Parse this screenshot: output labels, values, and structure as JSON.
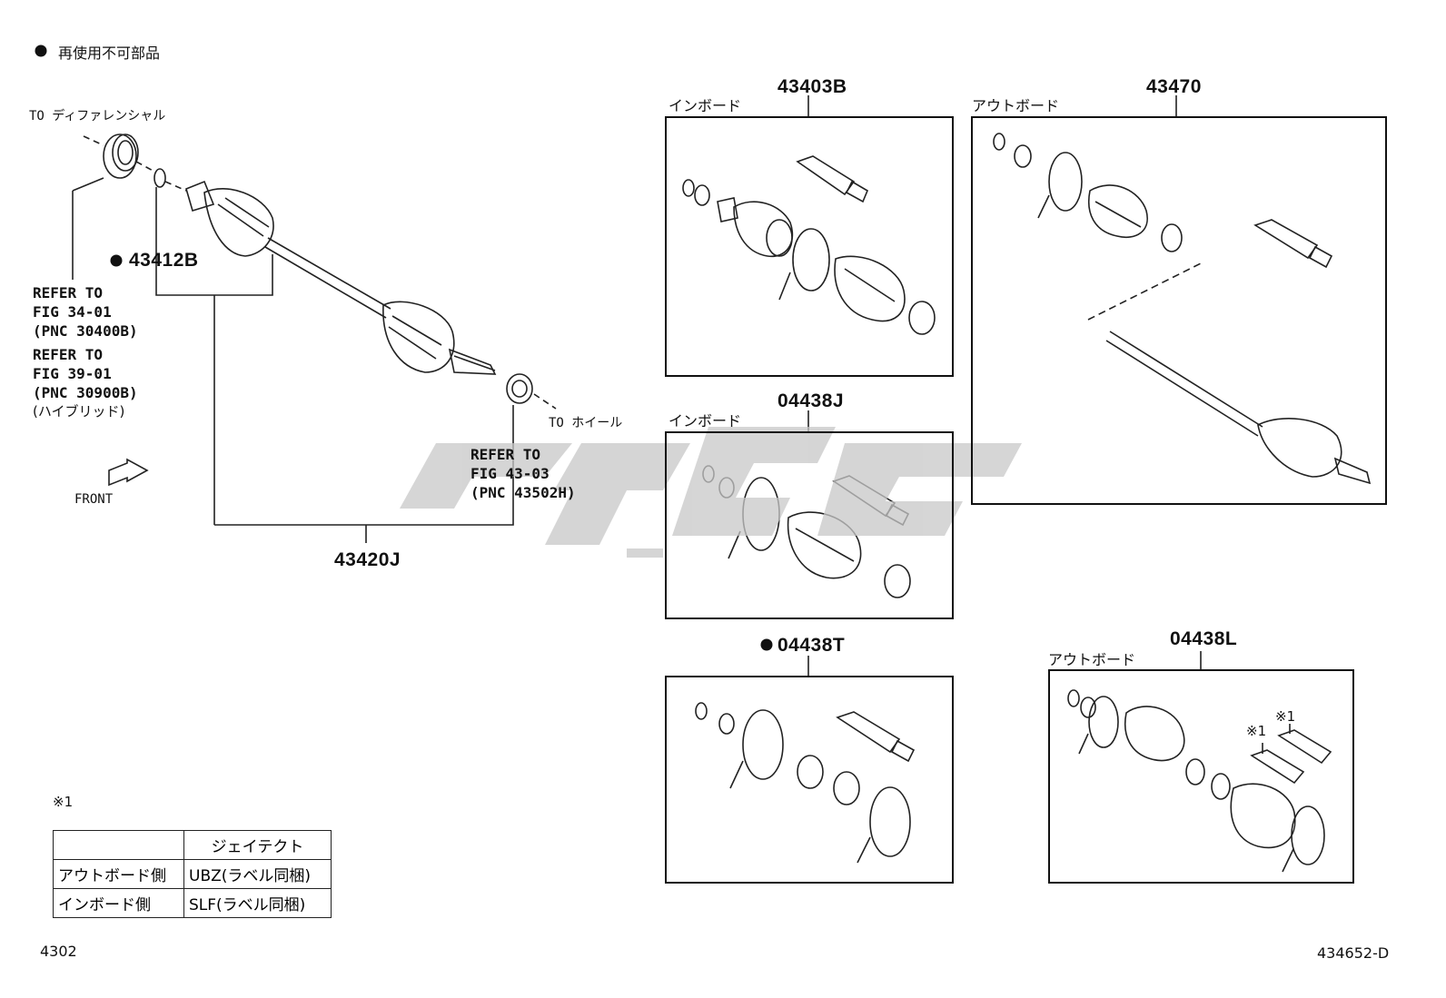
{
  "header": {
    "bullet_note": "再使用不可部品"
  },
  "labels": {
    "to_differential": "TO ディファレンシャル",
    "to_wheel": "TO ホイール",
    "front": "FRONT"
  },
  "parts": {
    "p43412B": "43412B",
    "p43420J": "43420J",
    "p43403B": "43403B",
    "p43470": "43470",
    "p04438J": "04438J",
    "p04438T": "04438T",
    "p04438L": "04438L"
  },
  "box_labels": {
    "inboard_1": "インボード",
    "outboard_1": "アウトボード",
    "inboard_2": "インボード",
    "outboard_2": "アウトボード"
  },
  "refer_1": [
    "REFER TO",
    "FIG 34-01",
    "(PNC 30400B)"
  ],
  "refer_2": [
    "REFER TO",
    "FIG 39-01",
    "(PNC 30900B)",
    "(ハイブリッド)"
  ],
  "refer_3": [
    "REFER TO",
    "FIG 43-03",
    "(PNC 43502H)"
  ],
  "marks": {
    "m1a": "※1",
    "m1b": "※1"
  },
  "legend": {
    "note": "※1",
    "header": [
      "",
      "ジェイテクト"
    ],
    "rows": [
      [
        "アウトボード側",
        "UBZ(ラベル同梱)"
      ],
      [
        "インボード側",
        "SLF(ラベル同梱)"
      ]
    ]
  },
  "footer": {
    "page_ref": "4302",
    "fig_code": "434652-D"
  }
}
